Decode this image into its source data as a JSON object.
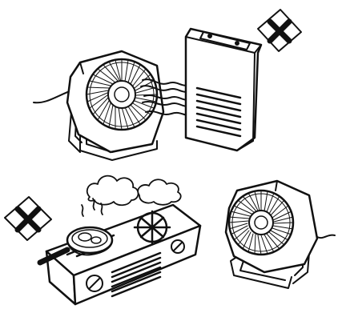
{
  "figure": {
    "scenes": [
      {
        "id": "fan-near-heater",
        "verdict": "not-allowed",
        "verdict_icon": "cross-mark-icon"
      },
      {
        "id": "fan-near-stove",
        "verdict": "not-allowed",
        "verdict_icon": "cross-mark-icon"
      },
      {
        "id": "fan-alone",
        "verdict": "allowed"
      }
    ],
    "colors": {
      "ink": "#111111",
      "paper": "#ffffff"
    }
  }
}
